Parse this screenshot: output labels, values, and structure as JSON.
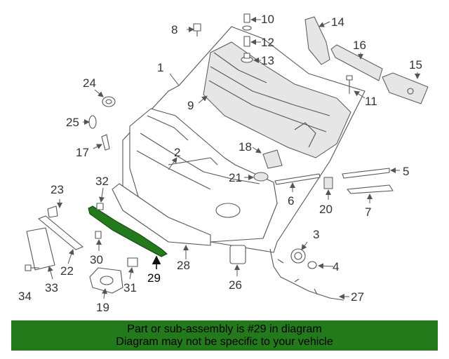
{
  "callouts": [
    "1",
    "2",
    "3",
    "4",
    "5",
    "6",
    "7",
    "8",
    "9",
    "10",
    "11",
    "12",
    "13",
    "14",
    "15",
    "16",
    "17",
    "18",
    "19",
    "20",
    "21",
    "22",
    "23",
    "24",
    "25",
    "26",
    "27",
    "28",
    "29",
    "30",
    "31",
    "32",
    "33",
    "34"
  ],
  "highlight_color": "#227a1a",
  "banner": {
    "line1": "Part or sub-assembly is #29 in diagram",
    "line2": "Diagram may not be specific to your vehicle"
  }
}
